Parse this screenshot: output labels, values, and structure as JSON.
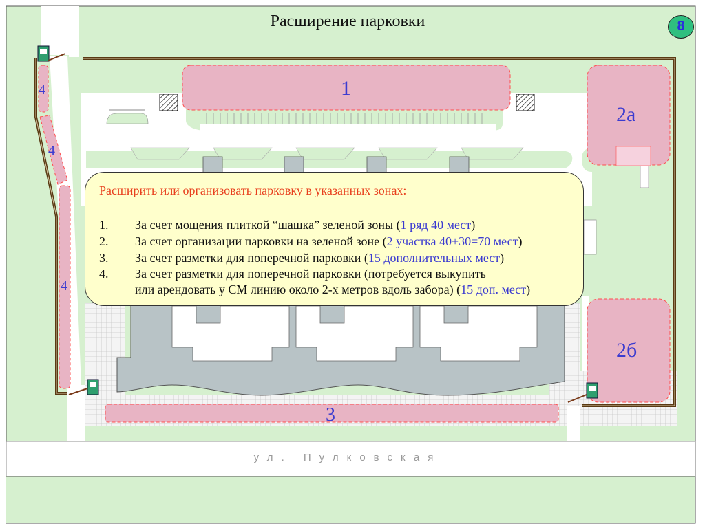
{
  "title": "Расширение парковки",
  "slide_number": "8",
  "zones": {
    "z1": "1",
    "z2a": "2а",
    "z2b": "2б",
    "z3": "3",
    "z4": "4"
  },
  "note": {
    "heading": "Расширить или организовать парковку в указанных зонах:",
    "items": [
      {
        "num": "1.",
        "text": "За счет мощения плиткой “шашка” зеленой зоны (",
        "highlight": "1 ряд 40 мест",
        "tail": ")"
      },
      {
        "num": "2.",
        "text": "За счет организации парковки на зеленой зоне (",
        "highlight": "2 участка 40+30=70 мест",
        "tail": ")"
      },
      {
        "num": "3.",
        "text": "За счет разметки для поперечной парковки (",
        "highlight": "15 дополнительных мест",
        "tail": ")"
      },
      {
        "num": "4.",
        "text": "За счет разметки для поперечной парковки (потребуется выкупить",
        "highlight": "",
        "tail": ""
      }
    ],
    "item4_line2": {
      "text": "или арендовать у СМ линию около 2-х метров вдоль забора) (",
      "highlight": "15 доп. мест",
      "tail": ")"
    }
  },
  "street": "ул. Пулковская",
  "colors": {
    "grass": "#d6f0cf",
    "zone_fill": "#e8b4c4",
    "zone_border": "#ff4d4d",
    "building": "#b8c3c6",
    "fence": "#5a3a14",
    "note_bg": "#ffffcc",
    "accent_text": "#3b3bd0",
    "heading_text": "#e8401e",
    "badge": "#2fbf7f"
  }
}
